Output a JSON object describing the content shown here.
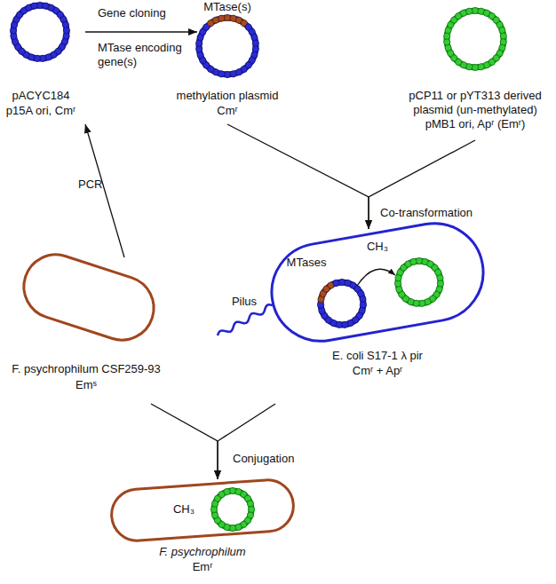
{
  "diagram": {
    "nodes": [
      {
        "text": [
          "pACYC184",
          "p15A ori, Cmʳ"
        ]
      },
      {
        "text": [
          "MTase(s)",
          "methylation plasmid",
          "Cmʳ"
        ]
      },
      {
        "text": [
          "pCP11 or pYT313 derived plasmid (un-methylated)",
          "pMB1 ori, Apʳ (Emʳ)"
        ]
      },
      {
        "text": [
          "MTases",
          "CH₃",
          "Pilus",
          "E. coli S17-1 λ pir",
          "Cmʳ + Apʳ"
        ]
      },
      {
        "text": [
          "F. psychrophilum CSF259-93",
          "Emˢ"
        ]
      },
      {
        "text": [
          "CH₃",
          "F. psychrophilum",
          "Emʳ"
        ]
      }
    ],
    "edges": [
      {
        "from": 0,
        "to": 1,
        "label": "Gene cloning",
        "arrow": "to"
      },
      {
        "from": 4,
        "to": 0,
        "label": "PCR",
        "arrow": "to"
      },
      {
        "from": 1,
        "to": 3,
        "label": "Co-transformation",
        "arrow": "to"
      },
      {
        "from": 2,
        "to": 3,
        "arrow": "to"
      },
      {
        "from": 3,
        "to": 5,
        "label": "Conjugation",
        "arrow": "to"
      },
      {
        "from": 4,
        "to": 5,
        "arrow": "to"
      }
    ],
    "labels": [
      "MTase encoding gene(s)"
    ]
  }
}
